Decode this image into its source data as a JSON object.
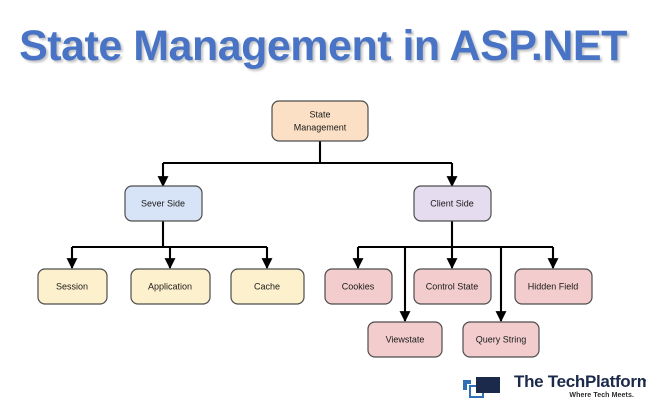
{
  "page": {
    "title": "State Management in ASP.NET",
    "background_color": "#ffffff",
    "title_color": "#4974c5"
  },
  "diagram": {
    "type": "tree",
    "orientation": "top-down",
    "root": {
      "id": "state-management",
      "label": "State Management",
      "fill": "#fbe0c5",
      "stroke": "#4d4d4d"
    },
    "branches": [
      {
        "id": "sever-side",
        "label": "Sever Side",
        "fill": "#d7e4f7",
        "stroke": "#4d4d4d",
        "children": [
          {
            "id": "session",
            "label": "Session",
            "fill": "#fdf0cd",
            "stroke": "#4d4d4d"
          },
          {
            "id": "application",
            "label": "Application",
            "fill": "#fdf0cd",
            "stroke": "#4d4d4d"
          },
          {
            "id": "cache",
            "label": "Cache",
            "fill": "#fdf0cd",
            "stroke": "#4d4d4d"
          }
        ]
      },
      {
        "id": "client-side",
        "label": "Client Side",
        "fill": "#e6dcef",
        "stroke": "#4d4d4d",
        "children": [
          {
            "id": "cookies",
            "label": "Cookies",
            "fill": "#f3cdcd",
            "stroke": "#4d4d4d"
          },
          {
            "id": "viewstate",
            "label": "Viewstate",
            "fill": "#f3cdcd",
            "stroke": "#4d4d4d"
          },
          {
            "id": "control-state",
            "label": "Control State",
            "fill": "#f3cdcd",
            "stroke": "#4d4d4d"
          },
          {
            "id": "query-string",
            "label": "Query String",
            "fill": "#f3cdcd",
            "stroke": "#4d4d4d"
          },
          {
            "id": "hidden-field",
            "label": "Hidden Field",
            "fill": "#f3cdcd",
            "stroke": "#4d4d4d"
          }
        ]
      }
    ]
  },
  "logo": {
    "name": "The TechPlatform",
    "tagline": "Where Tech Meets.",
    "mark_color_dark": "#1b2a4a",
    "mark_color_accent": "#2f6fb5"
  }
}
